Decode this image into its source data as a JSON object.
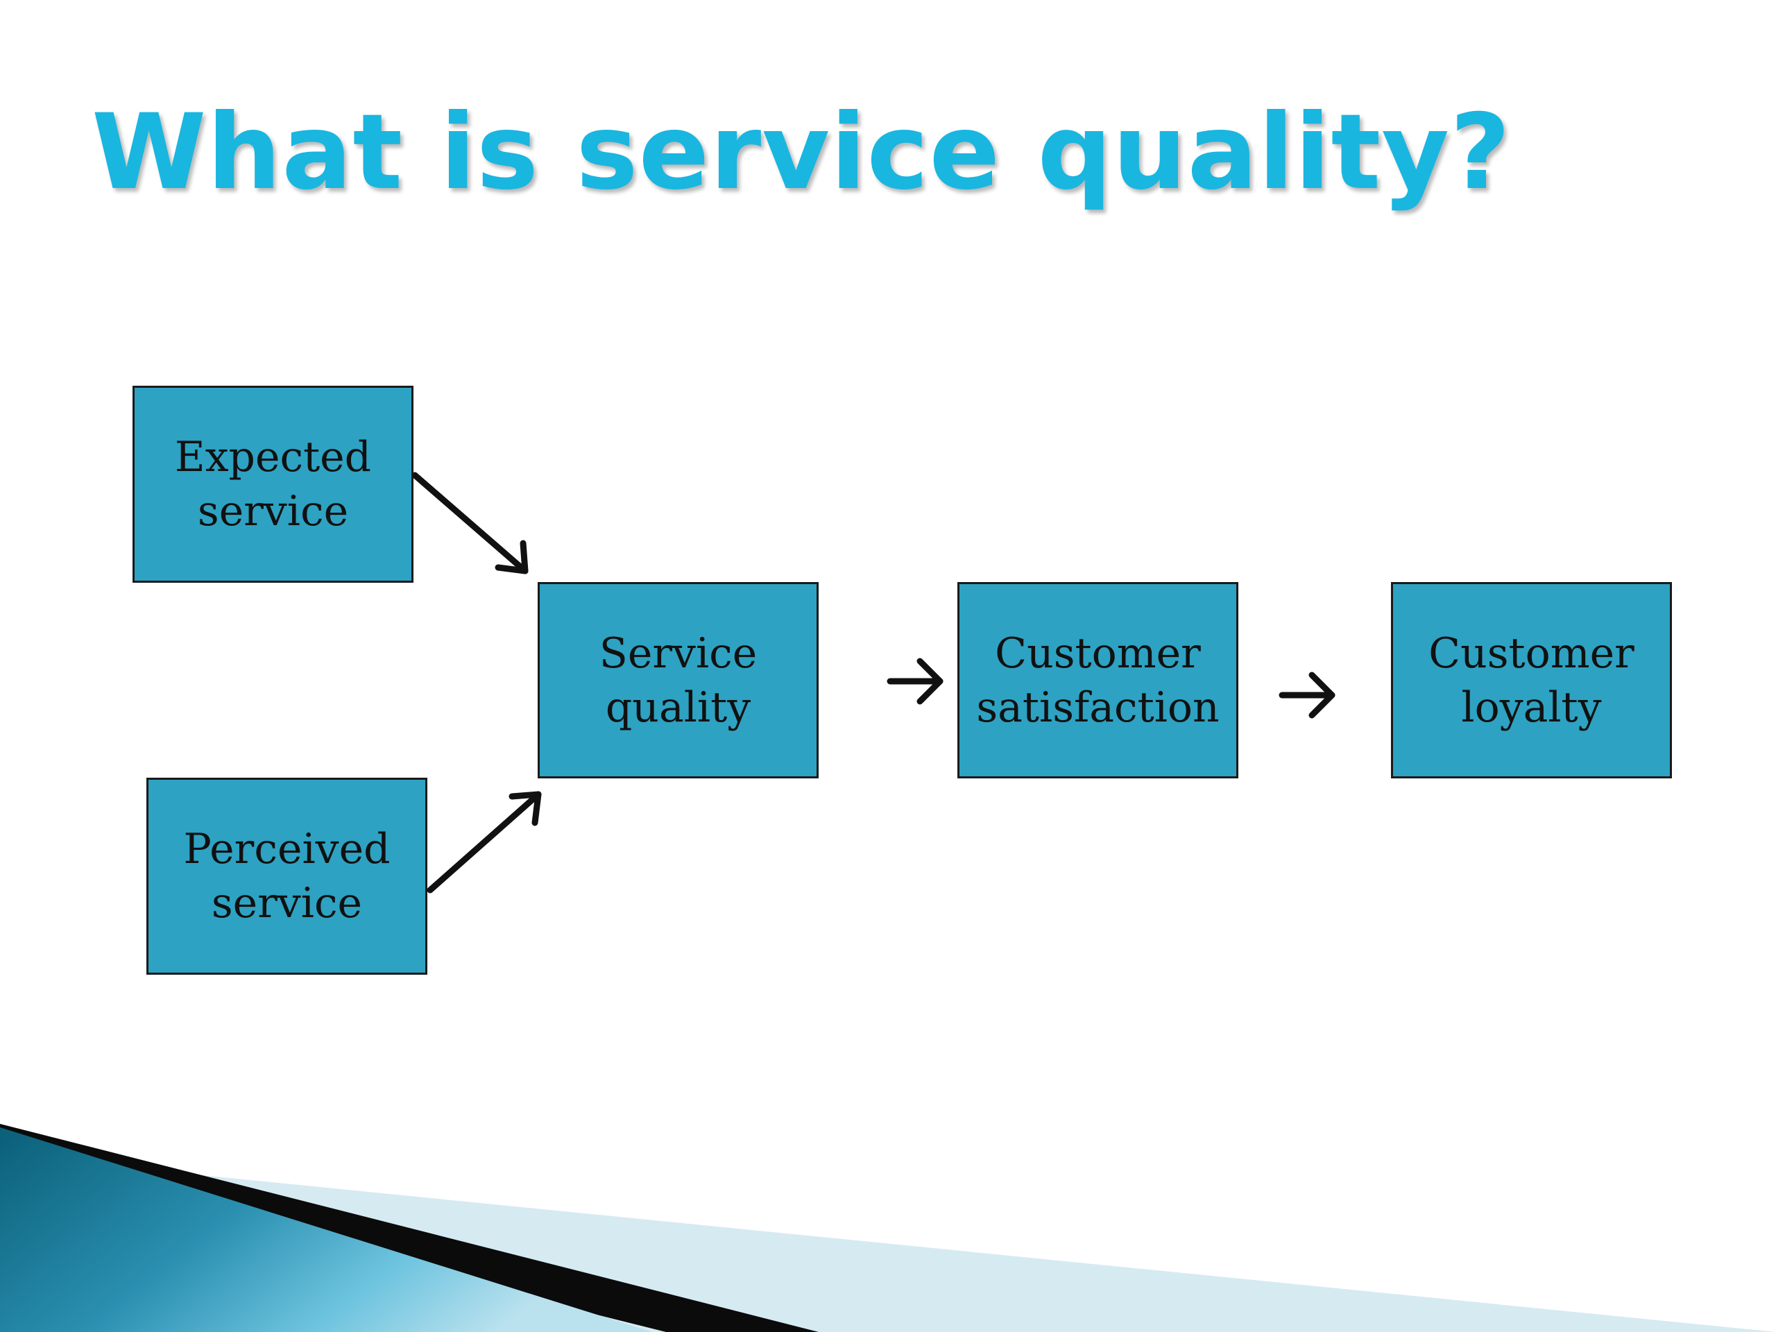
{
  "slide": {
    "title": "What is service quality?",
    "title_color": "#19b6e0",
    "box_fill": "#2ea2c2"
  },
  "diagram": {
    "nodes": {
      "expected": "Expected\nservice",
      "perceived": "Perceived\nservice",
      "quality": "Service\nquality",
      "satisfaction": "Customer\nsatisfaction",
      "loyalty": "Customer\nloyalty"
    },
    "edges": [
      {
        "from": "expected",
        "to": "quality"
      },
      {
        "from": "perceived",
        "to": "quality"
      },
      {
        "from": "quality",
        "to": "satisfaction"
      },
      {
        "from": "satisfaction",
        "to": "loyalty"
      }
    ]
  }
}
